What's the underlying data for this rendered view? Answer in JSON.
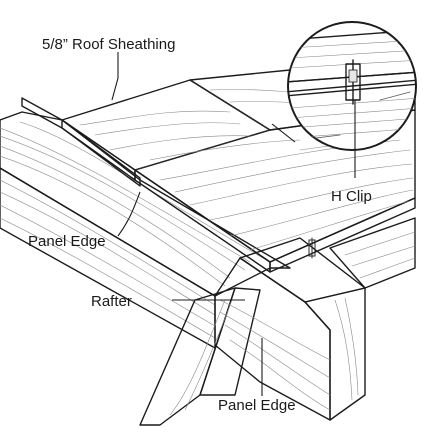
{
  "labels": {
    "sheathing": "5/8” Roof Sheathing",
    "h_clip": "H Clip",
    "panel_edge_left": "Panel Edge",
    "rafter": "Rafter",
    "panel_edge_bottom": "Panel Edge"
  },
  "colors": {
    "ink": "#1c1c1c",
    "grain": "#8a8a8a",
    "background": "#ffffff"
  }
}
